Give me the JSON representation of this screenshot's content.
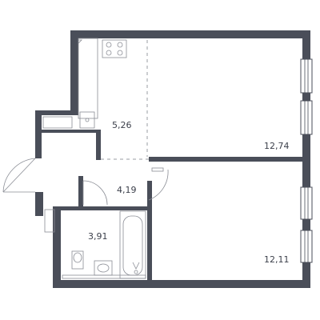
{
  "rooms": [
    {
      "id": "kitchen",
      "area": "5,26"
    },
    {
      "id": "living-room",
      "area": "12,74"
    },
    {
      "id": "hallway",
      "area": "4,19"
    },
    {
      "id": "bathroom",
      "area": "3,91"
    },
    {
      "id": "bedroom",
      "area": "12,11"
    }
  ],
  "colors": {
    "wall": "#4a4e59",
    "fixture": "#8a8d95"
  }
}
